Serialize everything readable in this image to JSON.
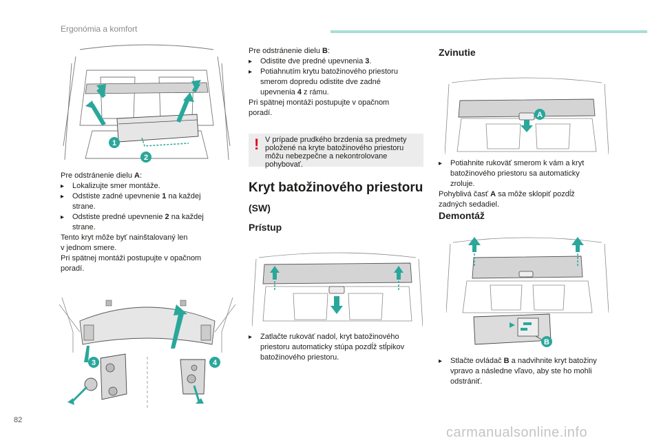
{
  "header": {
    "section_title": "Ergonómia a komfort",
    "accent_color": "#a8ddd8"
  },
  "page_number": "82",
  "watermark": "carmanualsonline.info",
  "colors": {
    "arrow": "#2aa79b",
    "callout": "#2aa79b",
    "warning": "#e0001a"
  },
  "col1": {
    "fig1_callouts": [
      "1",
      "2"
    ],
    "intro_pre": "Pre odstránenie dielu ",
    "intro_bold": "A",
    "intro_post": ":",
    "bullet1": "Lokalizujte smer montáže.",
    "bullet2_pre": "Odstiste zadné upevnenie ",
    "bullet2_bold": "1",
    "bullet2_post": " na každej",
    "bullet2_cont": "strane.",
    "bullet3_pre": "Odstiste predné upevnenie ",
    "bullet3_bold": "2",
    "bullet3_post": " na každej",
    "bullet3_cont": "strane.",
    "para1_l1": "Tento kryt môže byť nainštalovaný len",
    "para1_l2": "v jednom smere.",
    "para2_l1": "Pri spätnej montáži postupujte v opačnom",
    "para2_l2": "poradí.",
    "fig2_callouts": [
      "3",
      "4"
    ]
  },
  "col2": {
    "intro_pre": "Pre odstránenie dielu ",
    "intro_bold": "B",
    "intro_post": ":",
    "bullet1_pre": "Odistite dve predné upevnenia ",
    "bullet1_bold": "3",
    "bullet1_post": ".",
    "bullet2_l1": "Potiahnutím krytu batožinového priestoru",
    "bullet2_l2": "smerom dopredu odistite dve zadné",
    "bullet2_l3_pre": "upevnenia ",
    "bullet2_l3_bold": "4",
    "bullet2_l3_post": " z rámu.",
    "para_l1": "Pri spätnej montáži postupujte v opačnom",
    "para_l2": "poradí.",
    "warning_l1": "V prípade prudkého brzdenia sa predmety",
    "warning_l2": "položené na kryte batožinového priestoru",
    "warning_l3": "môžu nebezpečne a nekontrolovane",
    "warning_l4": "pohybovať.",
    "heading": "Kryt batožinového priestoru",
    "subheading": "(SW)",
    "subheading2": "Prístup",
    "bullet3_l1": "Zatlačte rukoväť nadol, kryt batožinového",
    "bullet3_l2": "priestoru automaticky stúpa pozdĺž stĺpikov",
    "bullet3_l3": "batožinového priestoru."
  },
  "col3": {
    "heading1": "Zvinutie",
    "fig_callout_a": "A",
    "bullet1_l1": "Potiahnite rukoväť smerom k vám a kryt",
    "bullet1_l2": "batožinového priestoru sa automaticky",
    "bullet1_l3": "zroluje.",
    "para_l1_pre": "Pohyblivá časť ",
    "para_l1_bold": "A",
    "para_l1_post": " sa môže sklopiť pozdĺž",
    "para_l2": "zadných sedadiel.",
    "heading2": "Demontáž",
    "fig_callout_b": "B",
    "bullet2_l1_pre": "Stlačte ovládač ",
    "bullet2_l1_bold": "B",
    "bullet2_l1_post": " a nadvihnite kryt batožiny",
    "bullet2_l2": "vpravo a následne vľavo, aby ste ho mohli",
    "bullet2_l3": "odstrániť."
  }
}
